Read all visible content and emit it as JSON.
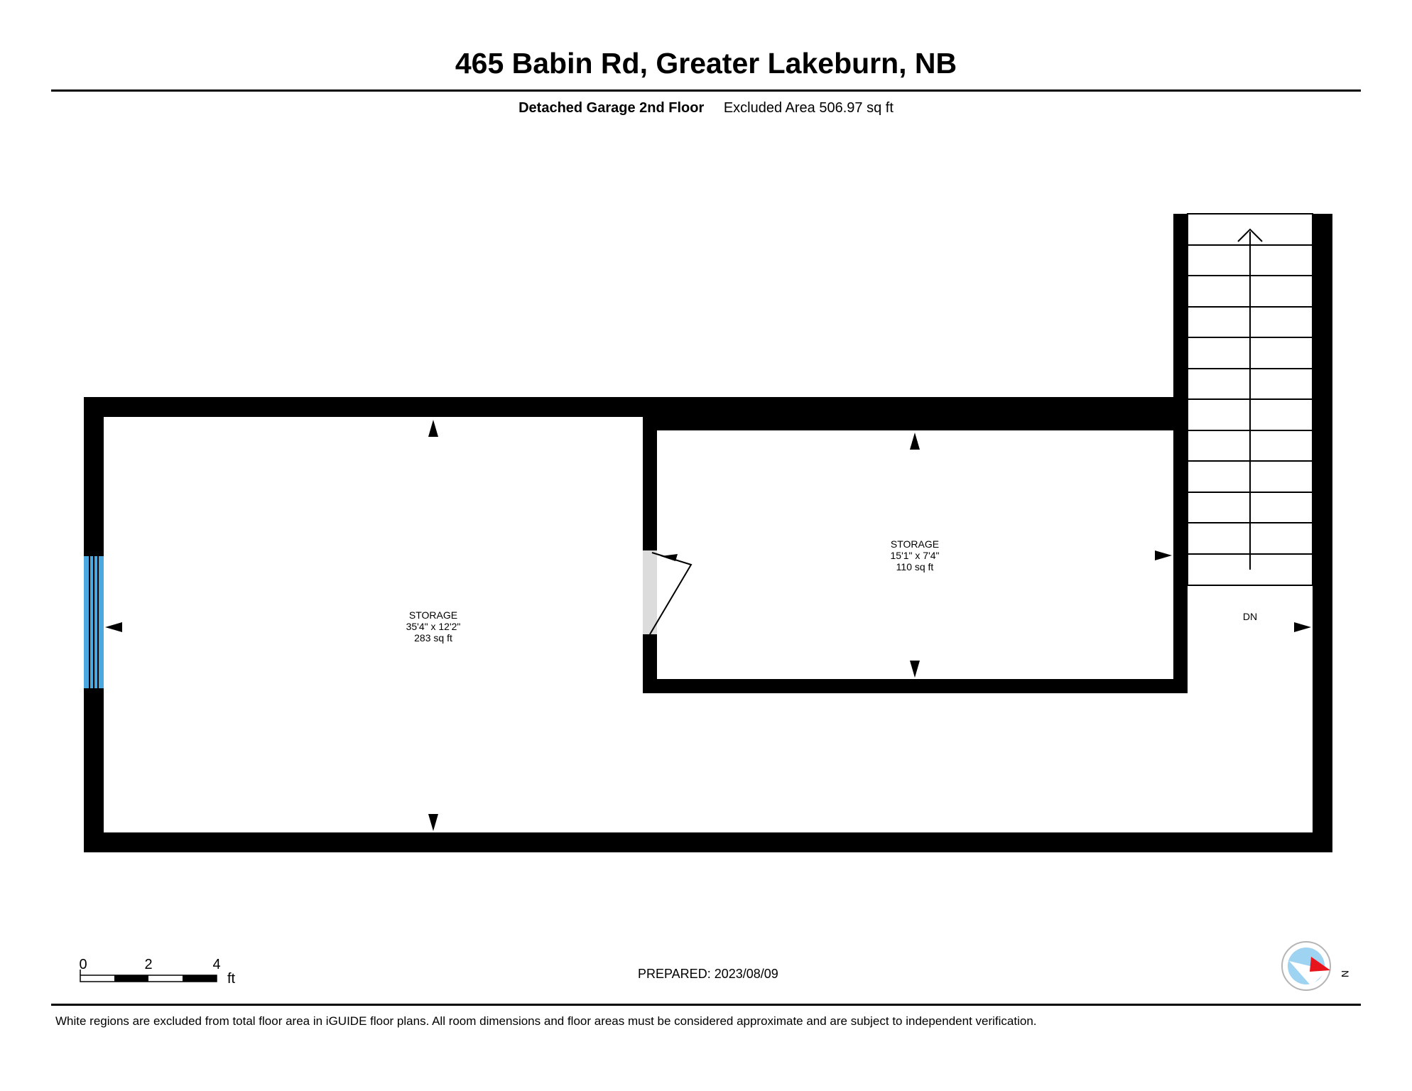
{
  "header": {
    "address": "465 Babin Rd, Greater Lakeburn, NB",
    "level_name": "Detached Garage 2nd Floor",
    "area_note": "Excluded Area 506.97 sq ft"
  },
  "rooms": [
    {
      "name": "STORAGE",
      "dimensions": "35'4\" x 12'2\"",
      "area": "283 sq ft"
    },
    {
      "name": "STORAGE",
      "dimensions": "15'1\" x 7'4\"",
      "area": "110 sq ft"
    }
  ],
  "stairs": {
    "label": "DN"
  },
  "scale_bar": {
    "ticks": [
      "0",
      "2",
      "4"
    ],
    "unit": "ft"
  },
  "prepared": "PREPARED: 2023/08/09",
  "compass": {
    "label": "N",
    "needle_color": "#e8141b",
    "dial_color": "#9fd3f2"
  },
  "colors": {
    "window": "#4ba9e0",
    "door_opening": "#dcdcdc",
    "wall": "#000000"
  },
  "footer": "White regions are excluded from total floor area in iGUIDE floor plans. All room dimensions and floor areas must be considered approximate and are subject to independent verification."
}
